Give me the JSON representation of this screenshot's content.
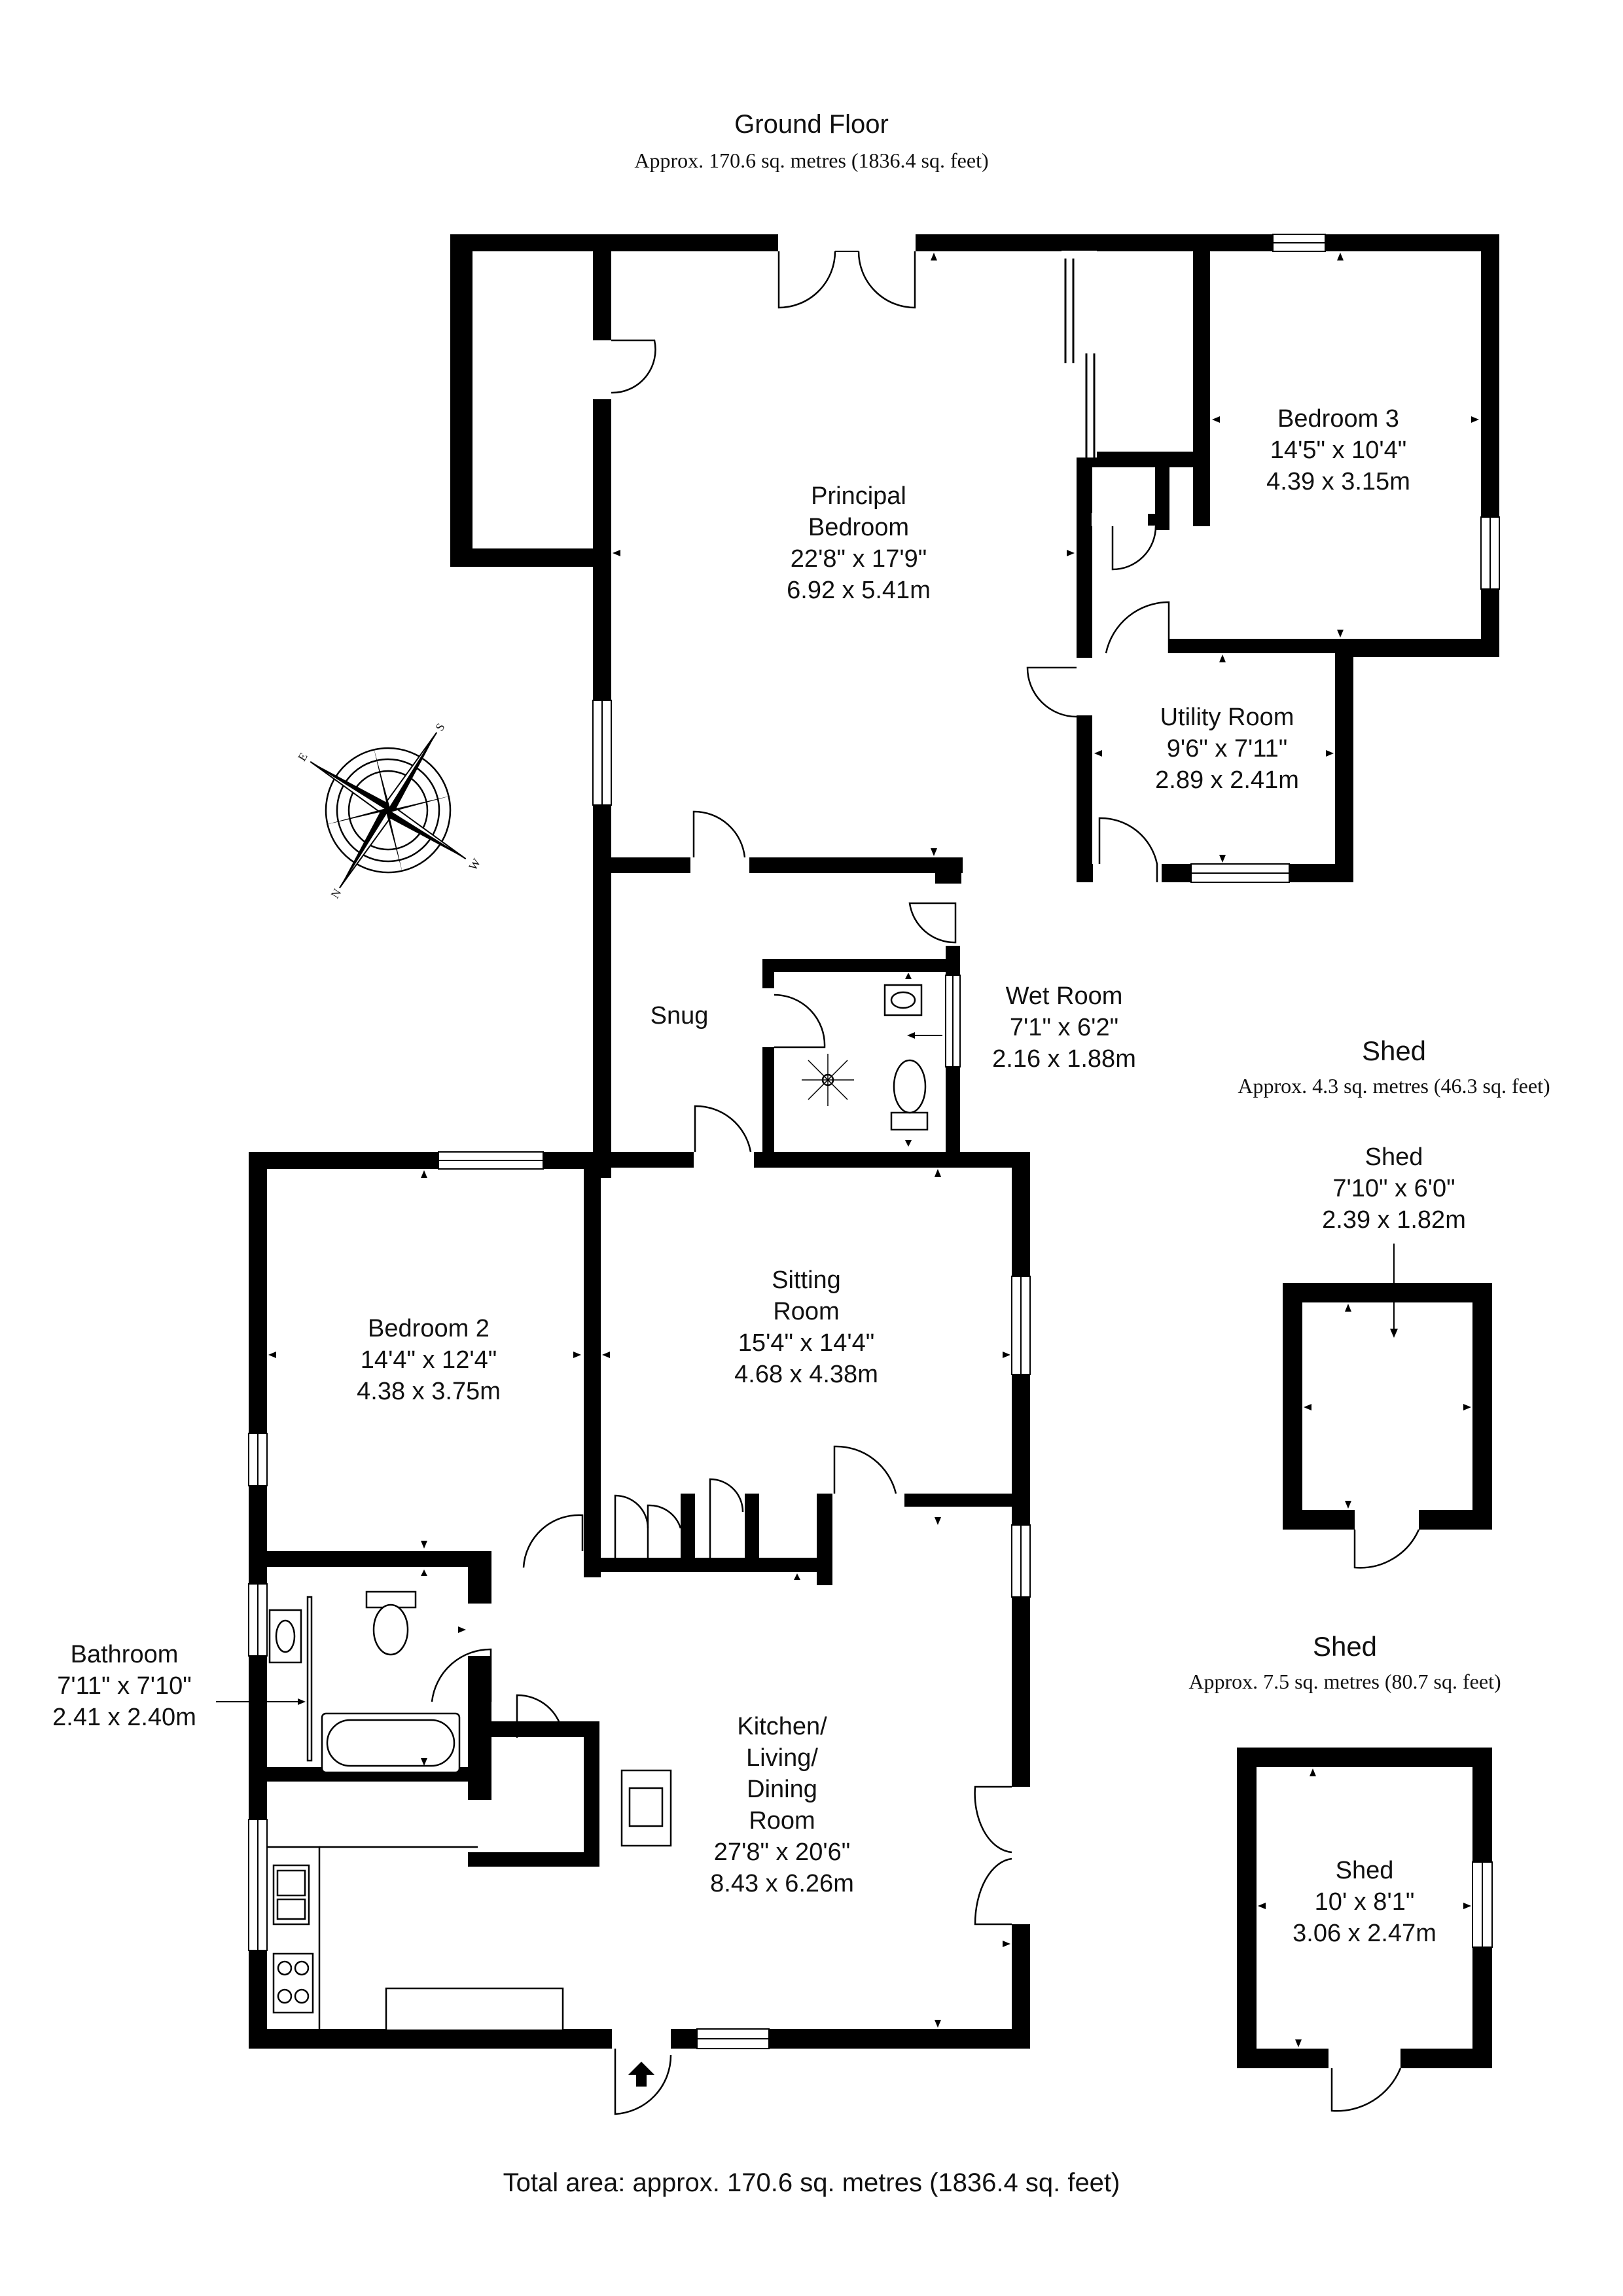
{
  "header": {
    "title": "Ground Floor",
    "subtitle": "Approx. 170.6 sq. metres (1836.4 sq. feet)"
  },
  "footer": {
    "total": "Total area: approx. 170.6 sq. metres (1836.4 sq. feet)"
  },
  "rooms": {
    "principal": {
      "name1": "Principal",
      "name2": "Bedroom",
      "imperial": "22'8\" x 17'9\"",
      "metric": "6.92 x 5.41m"
    },
    "bedroom3": {
      "name": "Bedroom 3",
      "imperial": "14'5\" x 10'4\"",
      "metric": "4.39 x 3.15m"
    },
    "utility": {
      "name": "Utility Room",
      "imperial": "9'6\" x 7'11\"",
      "metric": "2.89 x 2.41m"
    },
    "wetroom": {
      "name": "Wet Room",
      "imperial": "7'1\" x 6'2\"",
      "metric": "2.16 x 1.88m"
    },
    "snug": {
      "name": "Snug"
    },
    "sitting": {
      "name1": "Sitting",
      "name2": "Room",
      "imperial": "15'4\" x 14'4\"",
      "metric": "4.68 x 4.38m"
    },
    "bedroom2": {
      "name": "Bedroom 2",
      "imperial": "14'4\" x 12'4\"",
      "metric": "4.38 x 3.75m"
    },
    "bathroom": {
      "name": "Bathroom",
      "imperial": "7'11\" x 7'10\"",
      "metric": "2.41 x 2.40m"
    },
    "kitchen": {
      "name1": "Kitchen/",
      "name2": "Living/",
      "name3": "Dining",
      "name4": "Room",
      "imperial": "27'8\" x 20'6\"",
      "metric": "8.43 x 6.26m"
    }
  },
  "shed1": {
    "title": "Shed",
    "area": "Approx. 4.3 sq. metres (46.3 sq. feet)",
    "name": "Shed",
    "imperial": "7'10\" x 6'0\"",
    "metric": "2.39 x 1.82m"
  },
  "shed2": {
    "title": "Shed",
    "area": "Approx. 7.5 sq. metres (80.7 sq. feet)",
    "name": "Shed",
    "imperial": "10' x 8'1\"",
    "metric": "3.06 x 2.47m"
  },
  "compass": {
    "icon": "compass-rose-icon",
    "letters": {
      "n": "N",
      "e": "E",
      "s": "S",
      "w": "W"
    }
  },
  "entrance": {
    "icon": "entrance-arrow-icon"
  }
}
